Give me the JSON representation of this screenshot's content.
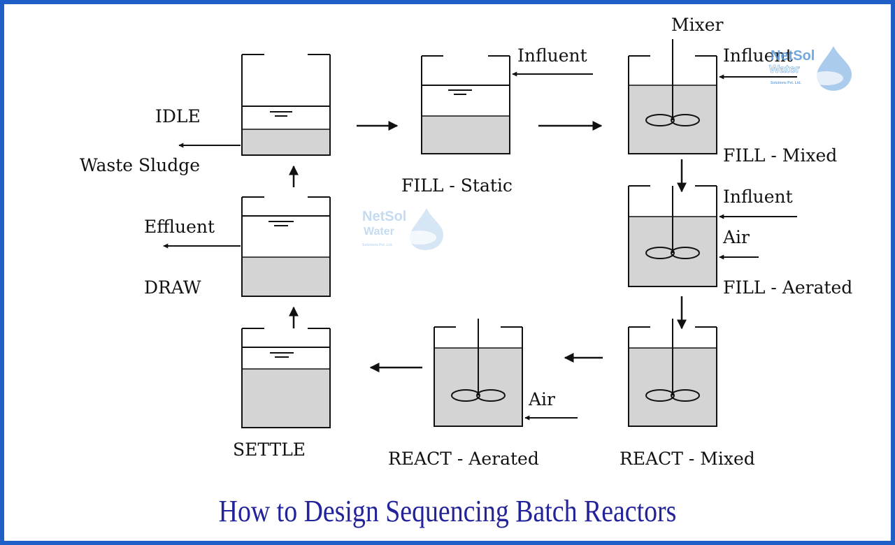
{
  "title": "How to Design Sequencing Batch Reactors",
  "colors": {
    "frame": "#1f5fc8",
    "liquid": "#d4d4d4",
    "ink": "#111111",
    "title": "#23239a",
    "watermark": "#5a9ad8"
  },
  "watermark": {
    "brand_line1": "NetSol",
    "brand_line2": "Water",
    "tagline": "Solutions Pvt. Ltd."
  },
  "stages": {
    "idle": {
      "label": "IDLE",
      "outlet": "Waste Sludge"
    },
    "fill_static": {
      "label": "FILL - Static",
      "inlet": "Influent"
    },
    "fill_mixed": {
      "label": "FILL - Mixed",
      "inlet": "Influent",
      "mixer": "Mixer"
    },
    "fill_aerated": {
      "label": "FILL - Aerated",
      "inlet": "Influent",
      "air": "Air"
    },
    "react_mixed": {
      "label": "REACT - Mixed"
    },
    "react_aerated": {
      "label": "REACT - Aerated",
      "air": "Air"
    },
    "settle": {
      "label": "SETTLE"
    },
    "draw": {
      "label": "DRAW",
      "outlet": "Effluent"
    }
  }
}
